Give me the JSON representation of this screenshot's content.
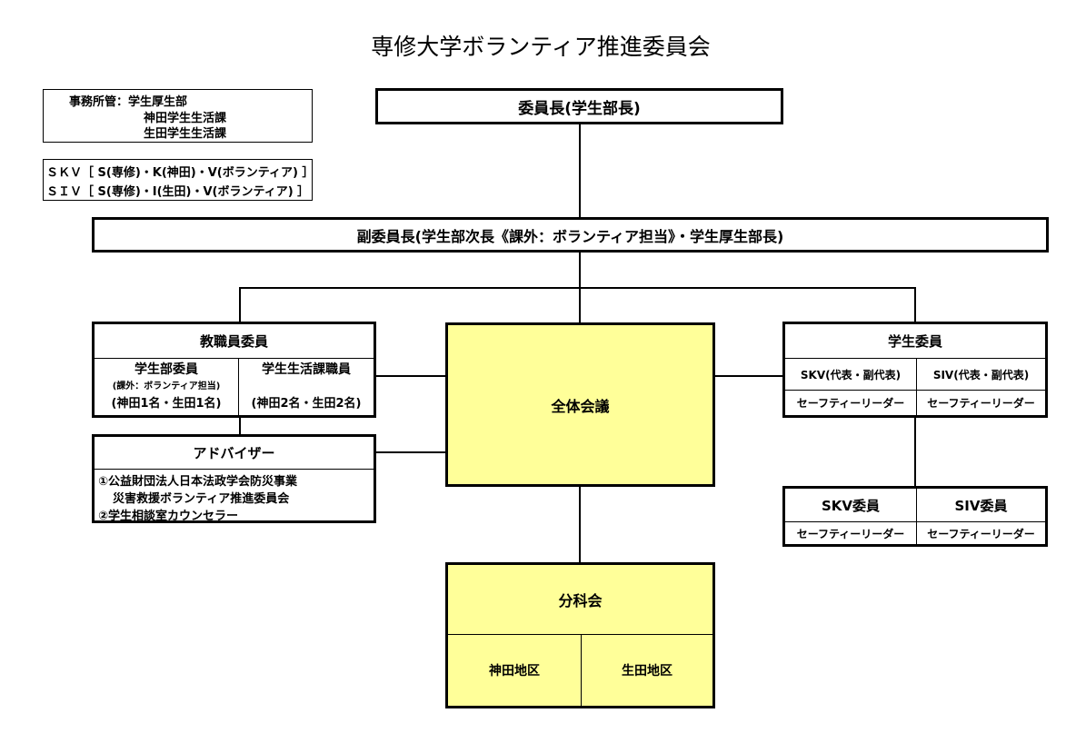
{
  "title": "専修大学ボランティア推進委員会",
  "office": {
    "line1": "事務所管：学生厚生部",
    "line2": "神田学生生活課",
    "line3": "生田学生生活課"
  },
  "abbreviations": {
    "skv": "ＳＫＶ［ S(専修)・K(神田)・V(ボランティア) ］",
    "siv": "ＳＩＶ［ S(専修)・I(生田)・V(ボランティア) ］"
  },
  "chair": "委員長(学生部長)",
  "vice_chair": "副委員長(学生部次長《課外：ボランティア担当》・学生厚生部長)",
  "staff": {
    "header": "教職員委員",
    "dept_title": "学生部委員",
    "dept_note": "(課外：ボランティア担当)",
    "dept_count": "(神田1名・生田1名)",
    "section_title": "学生生活課職員",
    "section_count": "(神田2名・生田2名)"
  },
  "plenary": "全体会議",
  "students": {
    "header": "学生委員",
    "skv_rep": "SKV(代表・副代表)",
    "siv_rep": "SIV(代表・副代表)",
    "skv_leader": "セーフティーリーダー",
    "siv_leader": "セーフティーリーダー"
  },
  "advisor": {
    "header": "アドバイザー",
    "item1_line1": "①公益財団法人日本法政学会防災事業",
    "item1_line2": "災害救援ボランティア推進委員会",
    "item2": "②学生相談室カウンセラー"
  },
  "members": {
    "skv": "SKV委員",
    "siv": "SIV委員",
    "skv_leader": "セーフティーリーダー",
    "siv_leader": "セーフティーリーダー"
  },
  "subcommittee": {
    "header": "分科会",
    "kanda": "神田地区",
    "ikuta": "生田地区"
  },
  "colors": {
    "highlight": "#ffff99",
    "line": "#000000"
  }
}
